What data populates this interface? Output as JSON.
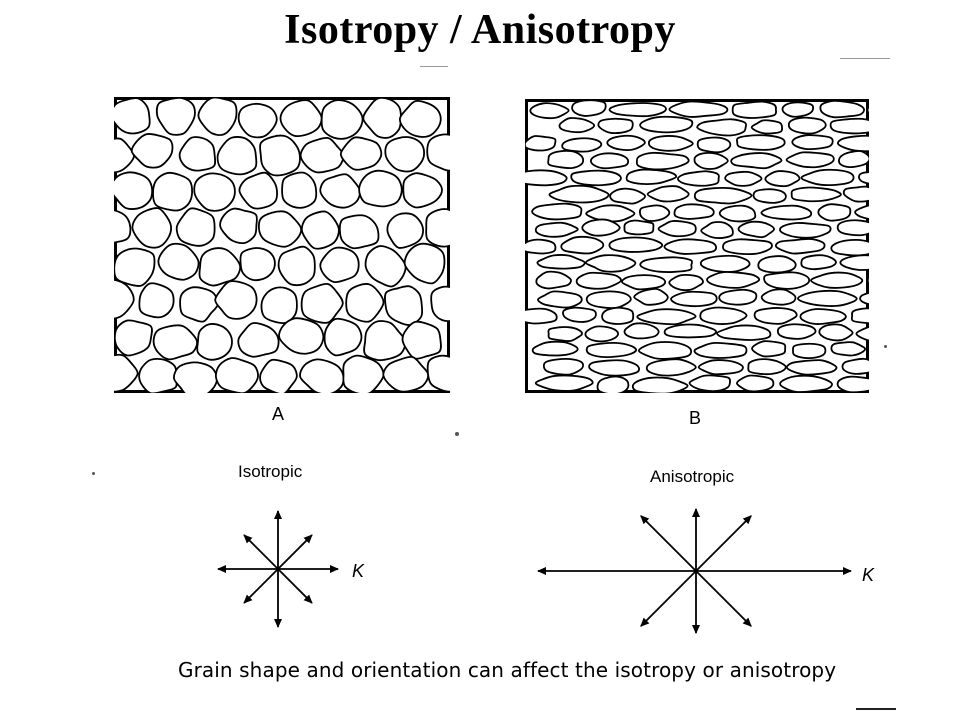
{
  "title": "Isotropy / Anisotropy",
  "panels": {
    "a": {
      "label": "A"
    },
    "b": {
      "label": "B"
    }
  },
  "diagrams": {
    "isotropic": {
      "label": "Isotropic",
      "axis": "K"
    },
    "anisotropic": {
      "label": "Anisotropic",
      "axis": "K"
    }
  },
  "caption": "Grain shape and orientation can affect the isotropy or anisotropy",
  "colors": {
    "ink": "#000000",
    "paper": "#ffffff"
  }
}
